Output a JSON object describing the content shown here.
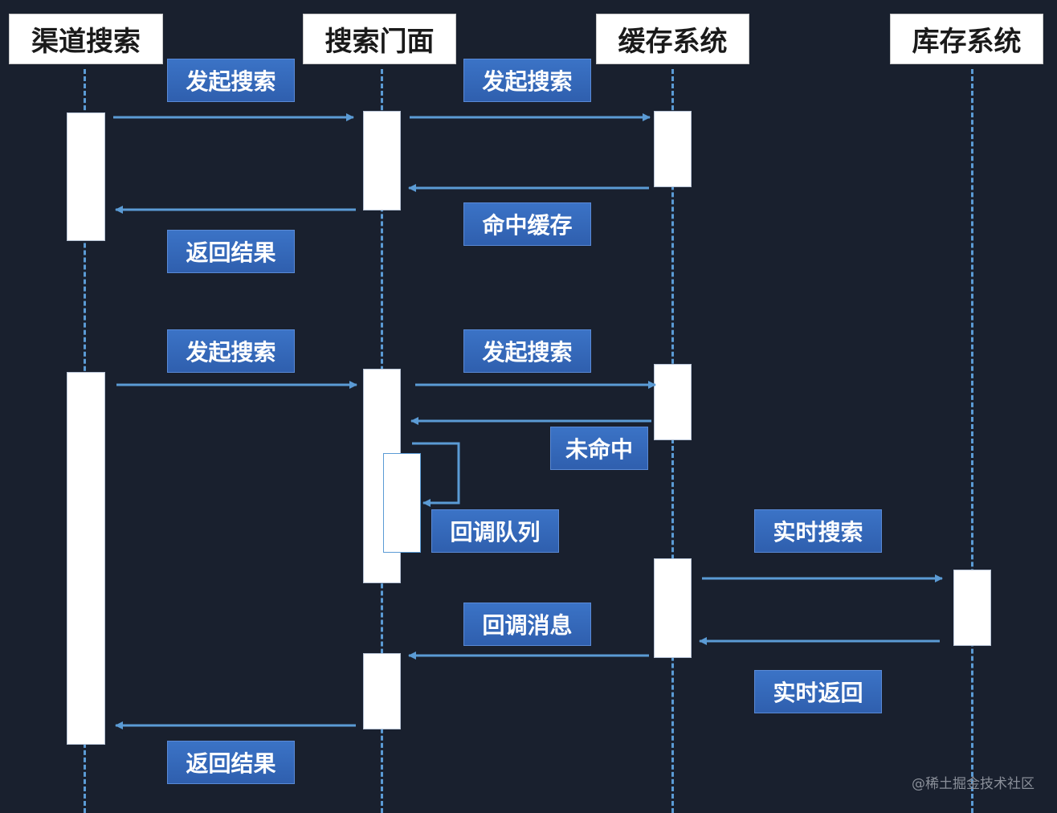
{
  "actors": {
    "channel": "渠道搜索",
    "facade": "搜索门面",
    "cache": "缓存系统",
    "inventory": "库存系统"
  },
  "messages": {
    "m1": "发起搜索",
    "m2": "发起搜索",
    "m3": "命中缓存",
    "m4": "返回结果",
    "m5": "发起搜索",
    "m6": "发起搜索",
    "m7": "未命中",
    "m8": "回调队列",
    "m9": "实时搜索",
    "m10": "回调消息",
    "m11": "实时返回",
    "m12": "返回结果"
  },
  "watermark": "@稀土掘金技术社区",
  "colors": {
    "background": "#19202e",
    "lifeline": "#5b9bd5",
    "arrow": "#5b9bd5",
    "label": "#2f63b5"
  }
}
